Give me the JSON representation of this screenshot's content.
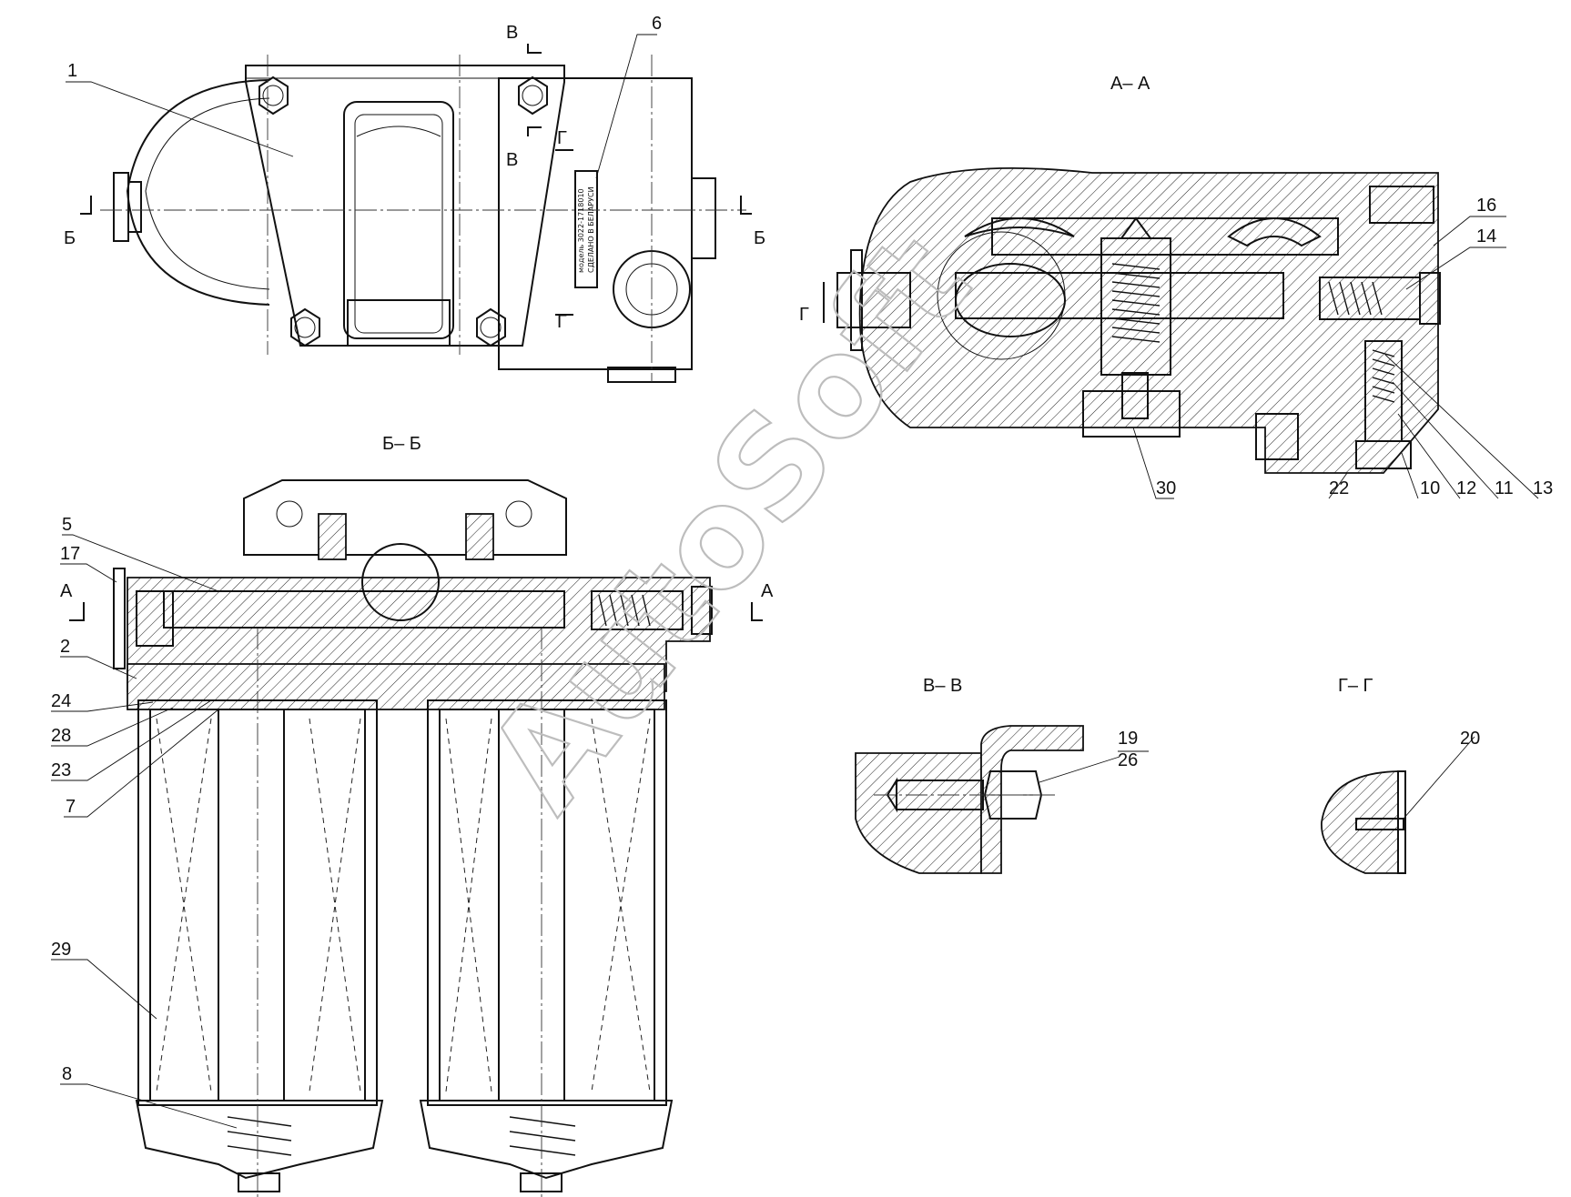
{
  "section_titles": {
    "aa": "А– А",
    "bb": "Б– Б",
    "vv": "В– В",
    "gg": "Г– Г"
  },
  "cut_marks": {
    "v_top": "В",
    "v_mid": "В",
    "g_top": "Г",
    "g_bot": "Г",
    "b_left": "Б",
    "b_right": "Б",
    "a_left": "А",
    "a_right": "А",
    "g_aa": "Г"
  },
  "part_labels": {
    "p1": "1",
    "p2": "2",
    "p5": "5",
    "p6": "6",
    "p7": "7",
    "p8": "8",
    "p10": "10",
    "p11": "11",
    "p12": "12",
    "p13": "13",
    "p14": "14",
    "p16": "16",
    "p17": "17",
    "p19": "19",
    "p20": "20",
    "p22": "22",
    "p23": "23",
    "p24": "24",
    "p26": "26",
    "p28": "28",
    "p29": "29",
    "p30": "30"
  },
  "nameplate": {
    "line1": "модель 3022-1718010",
    "line2": "СДЕЛАНО В БЕЛАРУСИ"
  },
  "watermark": "AutoSoft"
}
